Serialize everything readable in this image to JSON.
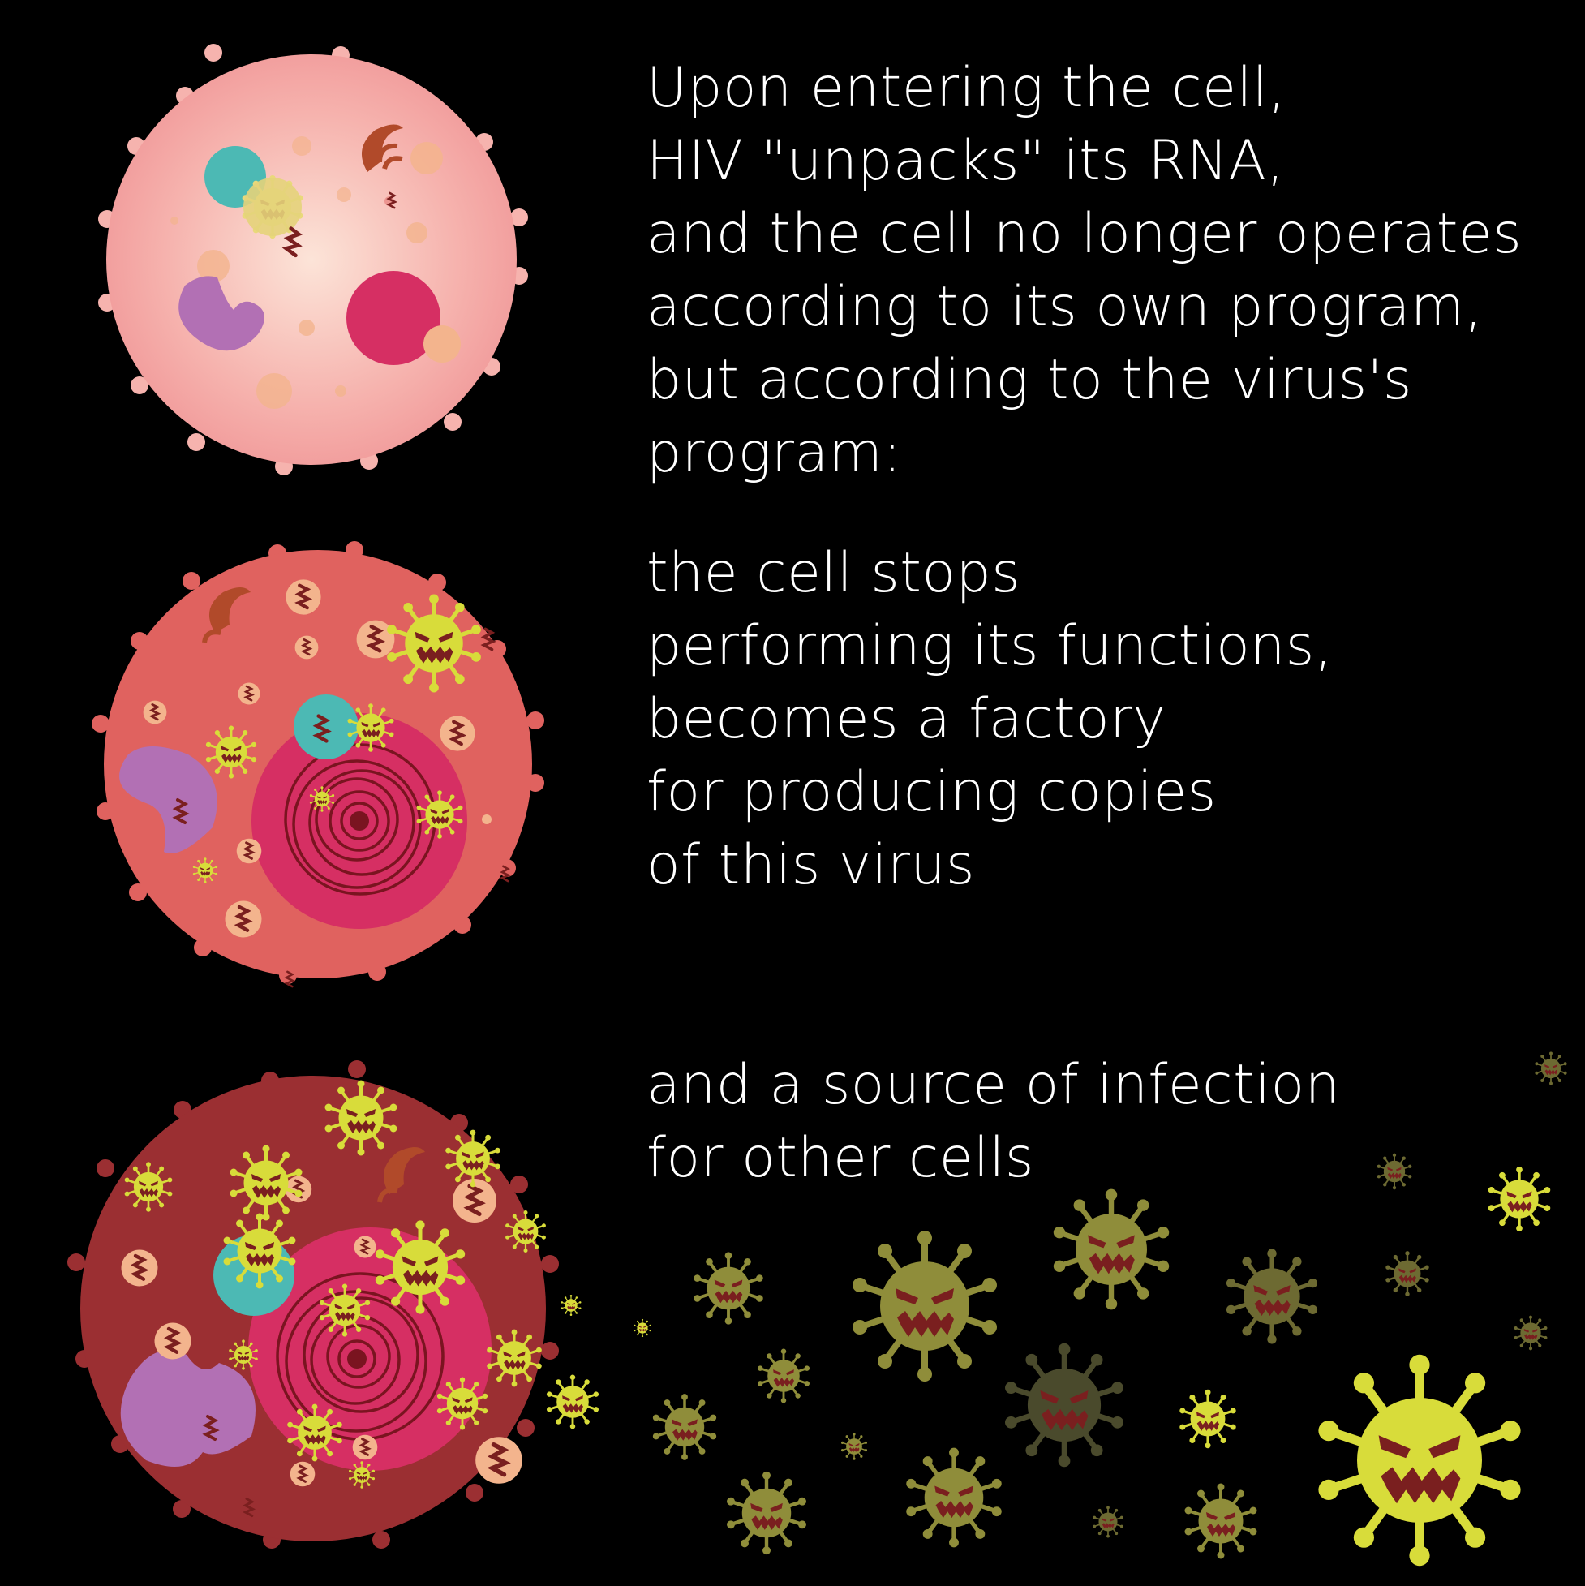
{
  "paragraphs": [
    {
      "lines": [
        "Upon entering the cell,",
        "HIV \"unpacks\" its RNA,",
        "and the cell no longer operates",
        "according to its own program,",
        "but according to the virus's",
        "program:"
      ]
    },
    {
      "lines": [
        "the cell stops",
        "performing its functions,",
        "becomes a factory",
        "for producing copies",
        "of this virus"
      ]
    },
    {
      "lines": [
        "and a source of infection",
        "for other cells"
      ]
    }
  ],
  "colors": {
    "background": "#000000",
    "text": "#ffffff",
    "cell_stage_1": "#f7b5b0",
    "cell_stage_2": "#e0625f",
    "cell_stage_3": "#9b2f32",
    "nucleus": "#d62f63",
    "vacuole_teal": "#4cb9b4",
    "golgi_purple": "#b270b4",
    "mitochondria": "#f3b48d",
    "virus_bright": "#d8dc3a",
    "virus_olive": "#8f8d3a",
    "virus_dark": "#4a4a2c",
    "virus_face": "#7a2020"
  },
  "icons": [
    "healthy-cell-icon",
    "infected-cell-icon",
    "virus-factory-cell-icon",
    "hiv-virus-icon"
  ]
}
